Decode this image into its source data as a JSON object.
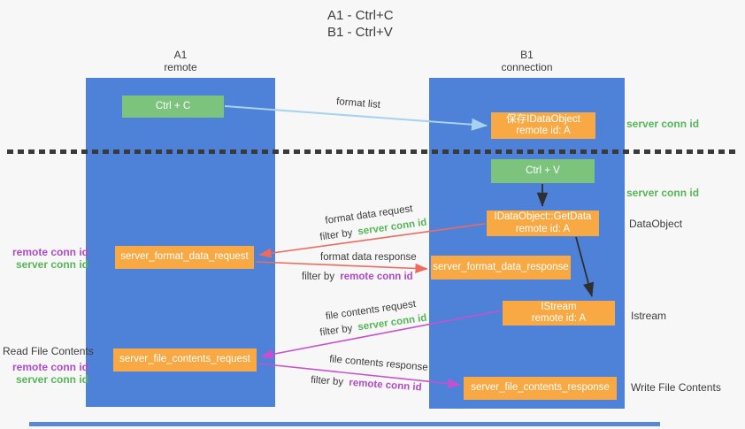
{
  "title": {
    "line1": "A1 - Ctrl+C",
    "line2": "B1 - Ctrl+V"
  },
  "lanes": {
    "a": {
      "name": "A1",
      "role": "remote"
    },
    "b": {
      "name": "B1",
      "role": "connection"
    }
  },
  "nodes": {
    "ctrl_c": {
      "label": "Ctrl + C"
    },
    "ctrl_v": {
      "label": "Ctrl + V"
    },
    "save_dataobject": {
      "line1": "保存IDataObject",
      "line2": "remote id: A"
    },
    "getdata": {
      "line1": "IDataObject::GetData",
      "line2": "remote id: A"
    },
    "istream": {
      "line1": "IStream",
      "line2": "remote id: A"
    },
    "format_request": {
      "label": "server_format_data_request"
    },
    "format_response": {
      "label": "server_format_data_response"
    },
    "file_request": {
      "label": "server_file_contents_request"
    },
    "file_response": {
      "label": "server_file_contents_response"
    }
  },
  "arrows": {
    "format_list": {
      "label": "format list"
    },
    "format_data_request": {
      "label": "format data request",
      "filter_prefix": "filter by",
      "filter_value": "server conn id"
    },
    "format_data_response": {
      "label": "format data response",
      "filter_prefix": "filter by",
      "filter_value": "remote conn id"
    },
    "file_contents_request": {
      "label": "file contents request",
      "filter_prefix": "filter by",
      "filter_value": "server conn id"
    },
    "file_contents_response": {
      "label": "file contents response",
      "filter_prefix": "filter by",
      "filter_value": "remote conn id"
    }
  },
  "side_labels": {
    "server_conn_id_top": "server conn id",
    "server_conn_id_mid": "server conn id",
    "dataobject": "DataObject",
    "istream": "Istream",
    "read_file_contents": "Read File Contents",
    "write_file_contents": "Write File Contents",
    "left_mid": {
      "remote": "remote conn id",
      "server": "server conn id"
    },
    "left_bottom": {
      "remote": "remote conn id",
      "server": "server conn id"
    }
  },
  "colors": {
    "lane_blue": "#4e82d8",
    "green_box": "#7cc47e",
    "orange_box": "#f8a943",
    "green_text": "#55b757",
    "purple_text": "#b14aca",
    "red_arrow": "#ed6a5f",
    "light_blue_arrow": "#a5d2f0",
    "magenta_arrow": "#c750ce",
    "black_arrow": "#2f2f2f"
  }
}
